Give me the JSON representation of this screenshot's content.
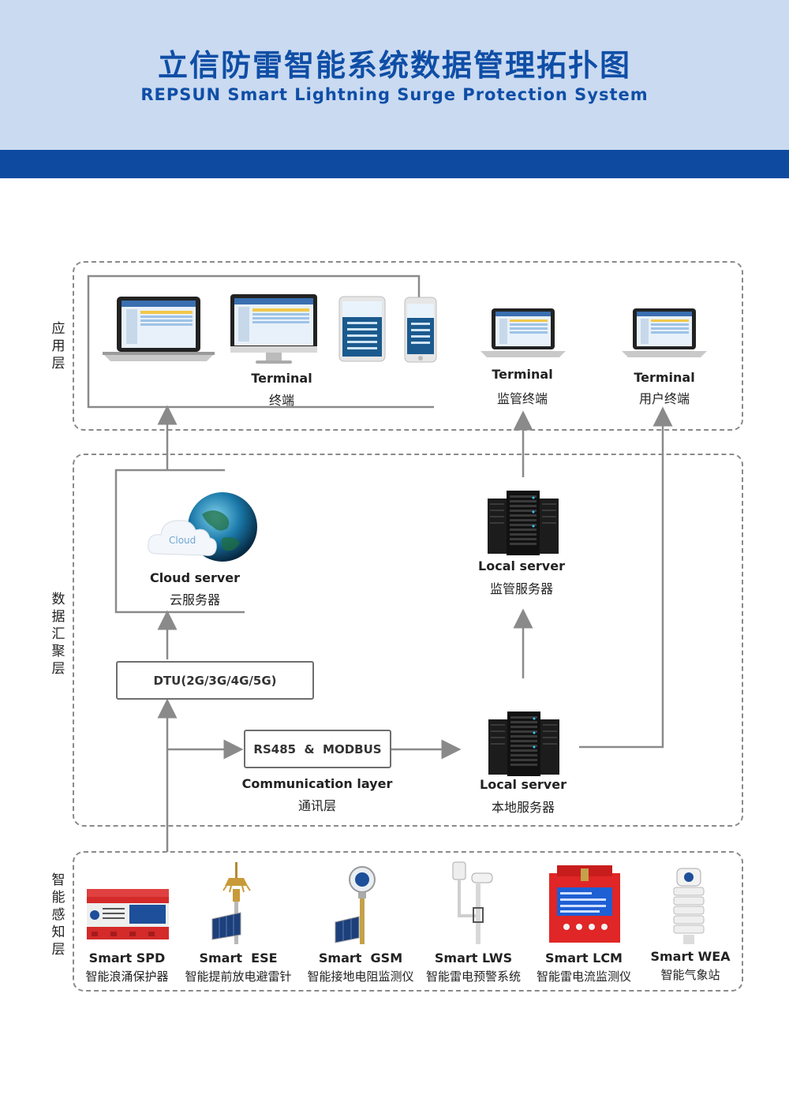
{
  "header": {
    "title_cn": "立信防雷智能系统数据管理拓扑图",
    "title_en": "REPSUN Smart Lightning Surge Protection System"
  },
  "layers": {
    "application": "应用层",
    "aggregation": "数据汇聚层",
    "perception": "智能感知层"
  },
  "application": {
    "terminal_main": {
      "en": "Terminal",
      "cn": "终端"
    },
    "terminal_supervision": {
      "en": "Terminal",
      "cn": "监管终端"
    },
    "terminal_user": {
      "en": "Terminal",
      "cn": "用户终端"
    }
  },
  "aggregation": {
    "cloud_server": {
      "en": "Cloud server",
      "cn": "云服务器",
      "logo_text": "Cloud"
    },
    "local_server_supervision": {
      "en": "Local server",
      "cn": "监管服务器"
    },
    "local_server_local": {
      "en": "Local server",
      "cn": "本地服务器"
    },
    "dtu": "DTU(2G/3G/4G/5G)",
    "protocol": "RS485  &  MODBUS",
    "communication_layer": {
      "en": "Communication layer",
      "cn": "通讯层"
    }
  },
  "devices": [
    {
      "en": "Smart SPD",
      "cn": "智能浪涌保护器",
      "icon": "spd-device-icon"
    },
    {
      "en": "Smart  ESE",
      "cn": "智能提前放电避雷针",
      "icon": "ese-device-icon"
    },
    {
      "en": "Smart  GSM",
      "cn": "智能接地电阻监测仪",
      "icon": "gsm-device-icon"
    },
    {
      "en": "Smart LWS",
      "cn": "智能雷电预警系统",
      "icon": "lws-device-icon"
    },
    {
      "en": "Smart LCM",
      "cn": "智能雷电流监测仪",
      "icon": "lcm-device-icon"
    },
    {
      "en": "Smart WEA",
      "cn": "智能气象站",
      "icon": "wea-device-icon"
    }
  ],
  "colors": {
    "header_bg": "#c9daf1",
    "header_bar": "#0d4aa0",
    "title": "#0f4ea6",
    "arrow": "#8a8a8a",
    "spd_red": "#d42a2a",
    "lcm_red": "#e02626"
  }
}
